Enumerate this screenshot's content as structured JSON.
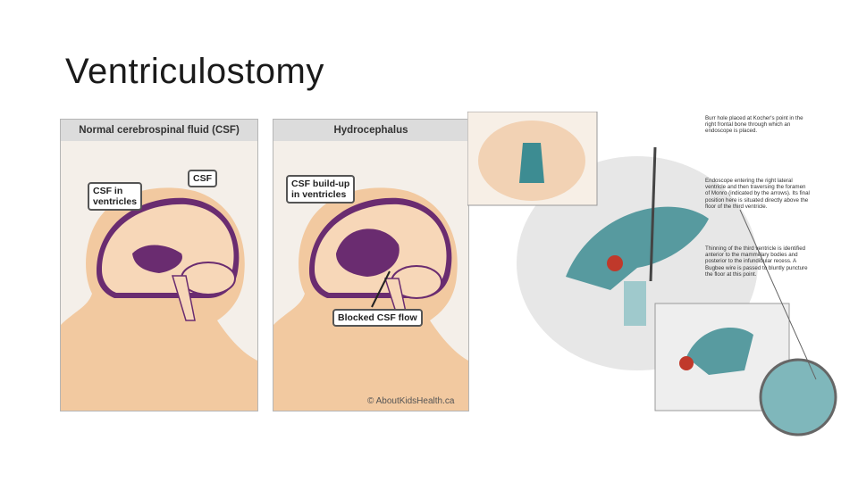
{
  "slide": {
    "title": "Ventriculostomy"
  },
  "left_panel": {
    "header": "Normal cerebrospinal fluid (CSF)",
    "callout_csf": "CSF",
    "callout_ventricles": "CSF in\nventricles"
  },
  "middle_panel": {
    "header": "Hydrocephalus",
    "callout_buildup": "CSF build-up\nin ventricles",
    "callout_blocked": "Blocked CSF flow",
    "credit": "© AboutKidsHealth.ca"
  },
  "right_figure": {
    "note_1": "Burr hole placed at Kocher's point in the right frontal bone through which an endoscope is placed.",
    "note_2": "Endoscope entering the right lateral ventricle and then traversing the foramen of Monro (indicated by the arrows). Its final position here is situated directly above the floor of the third ventricle.",
    "note_3": "Thinning of the third ventricle is identified anterior to the mammillary bodies and posterior to the infundibular recess. A Bugbee wire is passed to bluntly puncture the floor at this point."
  },
  "colors": {
    "skin": "#f2c9a0",
    "csf_purple": "#6a2c70",
    "brain": "#f7d7b8",
    "teal": "#3d8c92"
  }
}
